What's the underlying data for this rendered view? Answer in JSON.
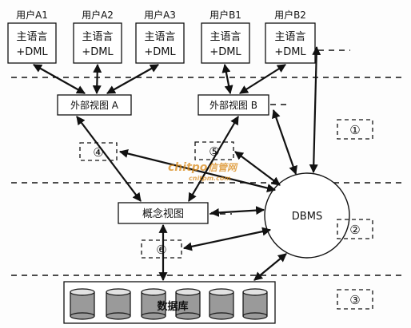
{
  "users": [
    {
      "name": "用户A1",
      "line1": "主语言",
      "line2": "+DML"
    },
    {
      "name": "用户A2",
      "line1": "主语言",
      "line2": "+DML"
    },
    {
      "name": "用户A3",
      "line1": "主语言",
      "line2": "+DML"
    },
    {
      "name": "用户B1",
      "line1": "主语言",
      "line2": "+DML"
    },
    {
      "name": "用户B2",
      "line1": "主语言",
      "line2": "+DML"
    }
  ],
  "external_view_a": "外部视图 A",
  "external_view_b": "外部视图 B",
  "conceptual_view": "概念视图",
  "dbms": "DBMS",
  "database": "数据库",
  "mappings": [
    "④",
    "⑤",
    "⑥"
  ],
  "levels": [
    "①",
    "②",
    "③"
  ],
  "watermark": {
    "brand": "chitpo",
    "cn": "信管网",
    "url": "cnitpm.com"
  },
  "colors": {
    "watermark": "#d98a1a",
    "can_fill": "#9a9a9a"
  }
}
